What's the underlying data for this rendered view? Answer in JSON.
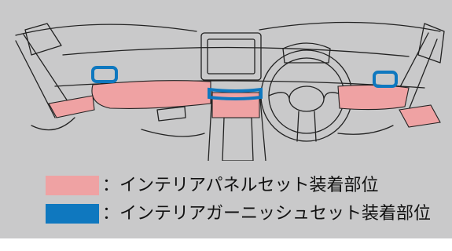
{
  "legend": {
    "items": [
      {
        "label": "：インテリアパネルセット装着部位",
        "color": "#efa2a3"
      },
      {
        "label": "：インテリアガーニッシュセット装着部位",
        "color": "#0f78bf"
      }
    ]
  },
  "illustration": {
    "subject": "car-interior-dashboard",
    "panel_color": "#efa2a3",
    "garnish_color": "#0f78bf",
    "background": "#c9c9ca"
  }
}
